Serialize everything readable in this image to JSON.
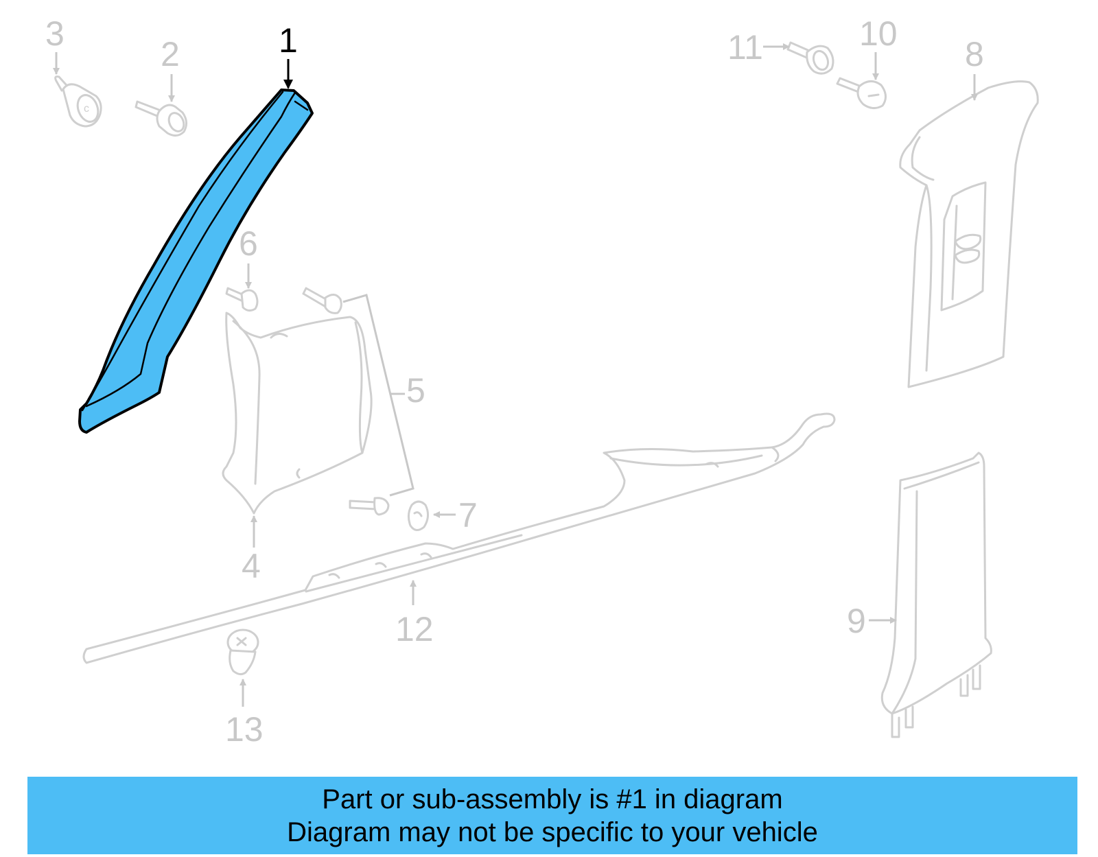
{
  "diagram": {
    "highlighted_part": "1",
    "colors": {
      "highlight": "#4dbdf5",
      "banner": "#4dbdf5",
      "inactive_part": "#cfcfcf",
      "inactive_label": "#c8c8c8"
    },
    "callouts": {
      "c1": "1",
      "c2": "2",
      "c3": "3",
      "c4": "4",
      "c5": "5",
      "c6": "6",
      "c7": "7",
      "c8": "8",
      "c9": "9",
      "c10": "10",
      "c11": "11",
      "c12": "12",
      "c13": "13"
    }
  },
  "banner": {
    "line1": "Part or sub-assembly is #1 in diagram",
    "line2": "Diagram may not be specific to your vehicle"
  }
}
